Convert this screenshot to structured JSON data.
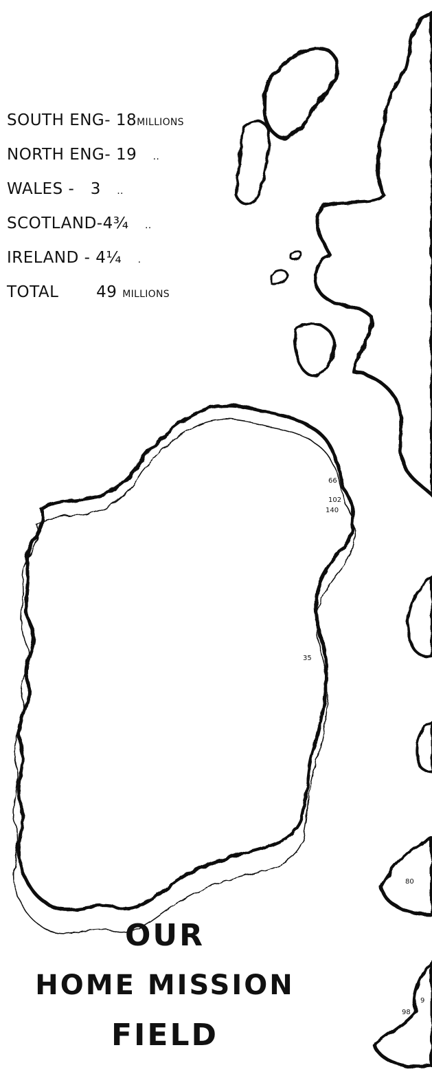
{
  "legend": {
    "rows": [
      {
        "name": "SOUTH ENG-",
        "value": "18",
        "unit": "MILLIONS"
      },
      {
        "name": "NORTH ENG-",
        "value": "19",
        "unit": ".."
      },
      {
        "name": "WALES  -",
        "value": "3",
        "unit": ".."
      },
      {
        "name": "SCOTLAND-",
        "value": "4¾",
        "unit": ".."
      },
      {
        "name": "IRELAND -",
        "value": "4¼",
        "unit": "."
      },
      {
        "name": "TOTAL",
        "value": "49",
        "unit": "MILLIONS"
      }
    ]
  },
  "title": {
    "line1": "OUR",
    "line2": "HOME MISSION",
    "line3": "FIELD"
  },
  "map_labels": {
    "ireland_66": "66",
    "ireland_102": "102",
    "ireland_140": "140",
    "ireland_35": "35",
    "britain_80": "80",
    "britain_9": "9",
    "britain_98": "98"
  }
}
